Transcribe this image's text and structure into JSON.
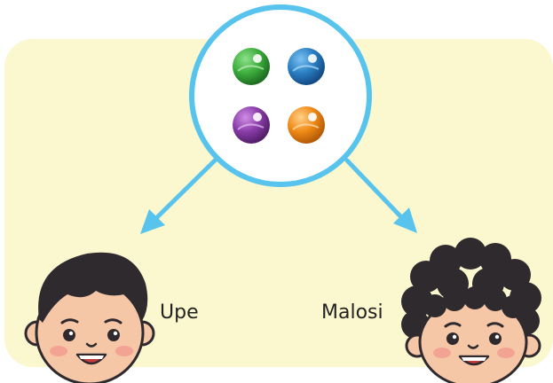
{
  "colors": {
    "panel": "#fbf7cf",
    "circle_border": "#58c4ee",
    "arrow": "#58c4ee",
    "marble_green": "#3cae3c",
    "marble_blue": "#2a7fc3",
    "marble_purple": "#8a3da8",
    "marble_orange": "#f08a16",
    "skin": "#f6c7a6",
    "hair_dark": "#2f2a2e",
    "cheek": "#f29a8f"
  },
  "marbles": [
    {
      "color": "green",
      "icon": "green-marble-icon"
    },
    {
      "color": "blue",
      "icon": "blue-marble-icon"
    },
    {
      "color": "purple",
      "icon": "purple-marble-icon"
    },
    {
      "color": "orange",
      "icon": "orange-marble-icon"
    }
  ],
  "people": [
    {
      "name": "Upe",
      "icon": "boy-straight-hair-icon"
    },
    {
      "name": "Malosi",
      "icon": "boy-curly-hair-icon"
    }
  ]
}
